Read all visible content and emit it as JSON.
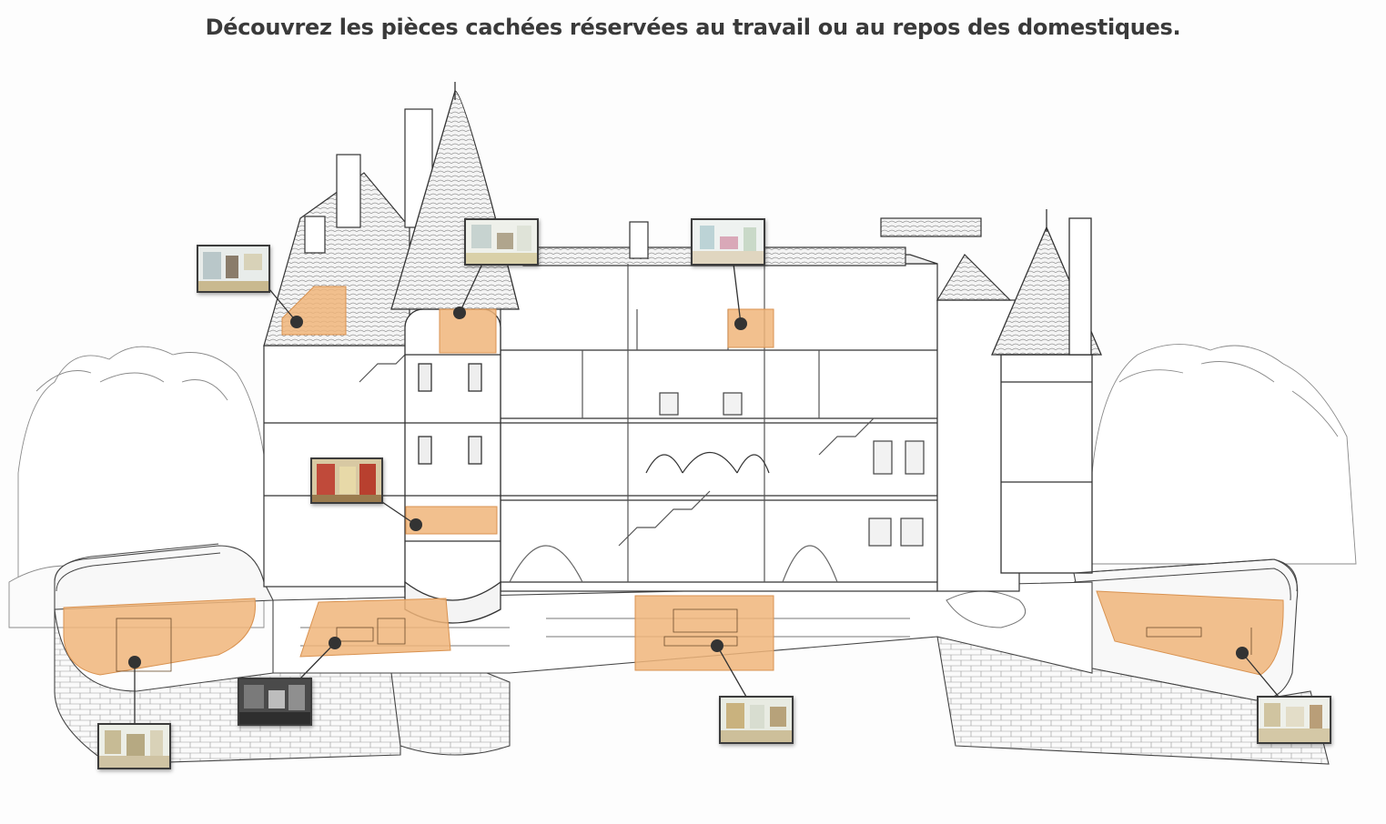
{
  "page": {
    "title": "Découvrez les pièces cachées réservées au travail ou au repos des domestiques."
  },
  "colors": {
    "highlight": "#f0b57a",
    "highlight_edge": "#d99250",
    "ink": "#2b2b2b",
    "marker": "#333333",
    "background": "#fdfdfd"
  },
  "hotspots": [
    {
      "id": "attic-left-room"
    },
    {
      "id": "tower-top-room"
    },
    {
      "id": "attic-right-room"
    },
    {
      "id": "tower-middle-room"
    },
    {
      "id": "basement-left-room"
    },
    {
      "id": "basement-kitchen"
    },
    {
      "id": "basement-center-room"
    },
    {
      "id": "basement-right-room"
    }
  ]
}
